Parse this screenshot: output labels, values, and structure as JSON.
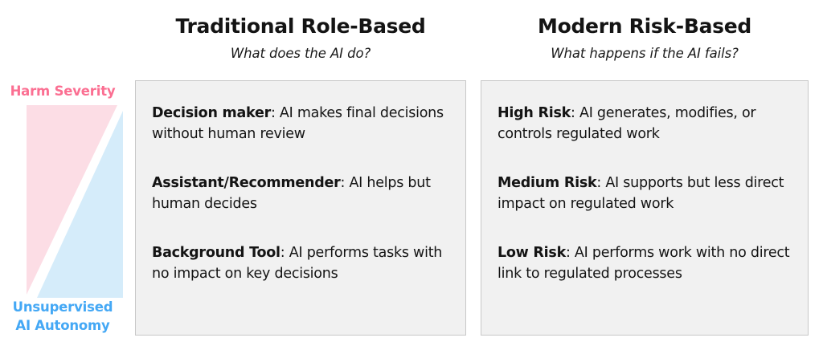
{
  "axis": {
    "top_label": "Harm Severity",
    "bottom_label_line1": "Unsupervised",
    "bottom_label_line2": "AI Autonomy",
    "top_label_color": "#fb6f92",
    "bottom_label_color": "#44a8f5",
    "pink_fill": "#fcdde5",
    "blue_fill": "#d5ecfa"
  },
  "columns": [
    {
      "title": "Traditional Role-Based",
      "subtitle": "What does the AI do?",
      "items": [
        {
          "term": "Decision maker",
          "description": ": AI makes final decisions without human review"
        },
        {
          "term": "Assistant/Recommender",
          "description": ": AI helps but human decides"
        },
        {
          "term": "Background Tool",
          "description": ": AI performs tasks with no impact on key decisions"
        }
      ]
    },
    {
      "title": "Modern Risk-Based",
      "subtitle": "What happens if the AI fails?",
      "items": [
        {
          "term": "High Risk",
          "description": ": AI generates, modifies, or controls regulated work"
        },
        {
          "term": "Medium Risk",
          "description": ": AI supports but less direct impact on regulated work"
        },
        {
          "term": "Low Risk",
          "description": ": AI performs work with no direct link to regulated processes"
        }
      ]
    }
  ]
}
